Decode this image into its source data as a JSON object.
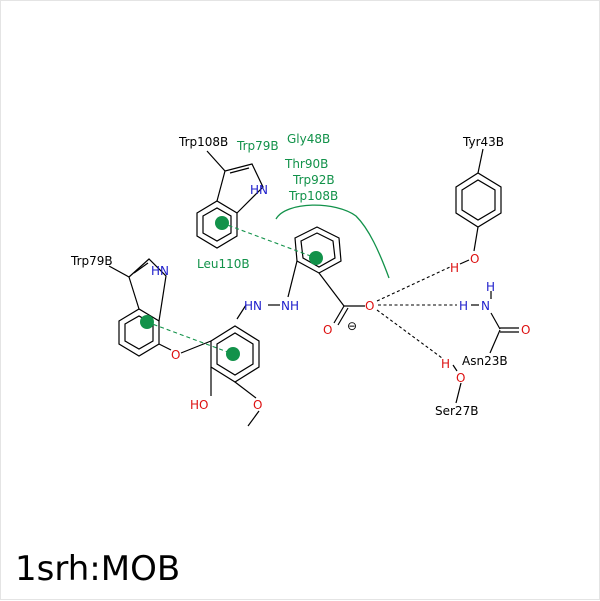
{
  "caption": "1srh:MOB",
  "colors": {
    "residue_label": "#12924a",
    "nitrogen": "#2020cc",
    "oxygen": "#dd1111",
    "bond": "#000000",
    "interaction_dash": "#000000",
    "pi_stacking": "#12924a"
  },
  "residues": {
    "trp108b_top": "Trp108B",
    "trp79b_top": "Trp79B",
    "gly48b": "Gly48B",
    "thr90b": "Thr90B",
    "trp92b": "Trp92B",
    "trp108b_pocket": "Trp108B",
    "leu110b": "Leu110B",
    "trp79b_left": "Trp79B",
    "tyr43b": "Tyr43B",
    "asn23b": "Asn23B",
    "ser27b": "Ser27B"
  },
  "atoms": {
    "hn_top": "HN",
    "hn_left": "HN",
    "hydrazine_hn": "HN",
    "hydrazine_nh": "NH",
    "carboxyl_o_left": "O",
    "carboxyl_o_right": "O",
    "charge": "⊖",
    "ho": "HO",
    "ether_o": "O",
    "methoxy_o": "O",
    "tyr_o": "O",
    "tyr_h": "H",
    "asn_n": "N",
    "asn_h_top": "H",
    "asn_h_left": "H",
    "asn_o": "O",
    "ser_o": "O",
    "ser_h": "H"
  }
}
